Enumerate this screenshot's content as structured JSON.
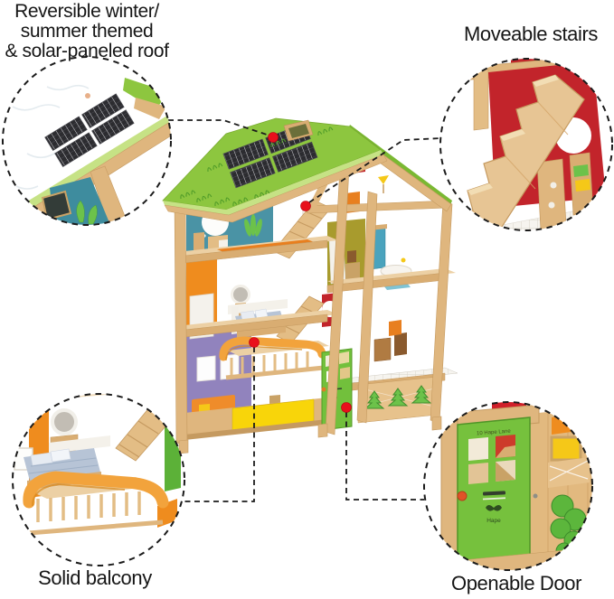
{
  "brand": "Hape",
  "callouts": {
    "roof": {
      "label_lines": [
        "Reversible winter/",
        "summer themed",
        "& solar-paneled roof"
      ]
    },
    "stairs": {
      "label": "Moveable stairs"
    },
    "balcony": {
      "label": "Solid balcony"
    },
    "door": {
      "label": "Openable Door"
    }
  },
  "door_detail": {
    "address_plate": "10 Hape Lane",
    "logo_text": "Hape"
  },
  "palette": {
    "roof_green": "#8dc63f",
    "roof_trim": "#c6e285",
    "wood_light": "#e3bd85",
    "wood_mid": "#dfb67e",
    "wood_dark": "#c59a60",
    "solar_panel": "#2c2c30",
    "wall_teal": "#4a93a5",
    "wall_orange": "#ef8c1e",
    "wall_purple": "#9183bd",
    "wall_olive": "#a89b2d",
    "wall_red": "#c2242b",
    "base_yellow": "#f8d50a",
    "door_green": "#72c03c",
    "tree_green": "#5cb63c",
    "balcony_orange": "#f2a33c",
    "bed_blue": "#b7c4d6",
    "marker_red": "#e8101c",
    "label_text": "#161616"
  }
}
